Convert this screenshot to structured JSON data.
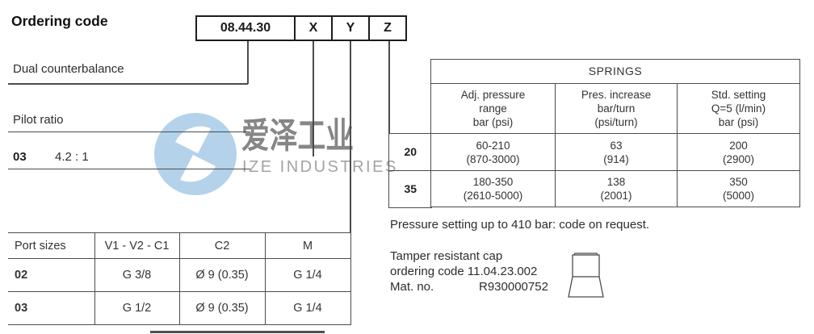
{
  "title": "Ordering code",
  "ordering_box": {
    "code": "08.44.30",
    "x": "X",
    "y": "Y",
    "z": "Z"
  },
  "labels": {
    "dual_counterbalance": "Dual counterbalance",
    "pilot_ratio": "Pilot ratio",
    "pilot_code": "03",
    "pilot_value": "4.2 : 1"
  },
  "springs_table": {
    "title": "SPRINGS",
    "col_headers": [
      [
        "Adj. pressure",
        "range",
        "bar (psi)"
      ],
      [
        "Pres. increase",
        "bar/turn",
        "(psi/turn)"
      ],
      [
        "Std. setting",
        "Q=5 (l/min)",
        "bar (psi)"
      ]
    ],
    "rows": [
      {
        "code": "20",
        "cells": [
          [
            "60-210",
            "(870-3000)"
          ],
          [
            "63",
            "(914)"
          ],
          [
            "200",
            "(2900)"
          ]
        ]
      },
      {
        "code": "35",
        "cells": [
          [
            "180-350",
            "(2610-5000)"
          ],
          [
            "138",
            "(2001)"
          ],
          [
            "350",
            "(5000)"
          ]
        ]
      }
    ]
  },
  "port_table": {
    "headers": [
      "Port sizes",
      "V1 - V2 - C1",
      "C2",
      "M"
    ],
    "rows": [
      {
        "code": "02",
        "cells": [
          "G 3/8",
          "Ø 9 (0.35)",
          "G 1/4"
        ]
      },
      {
        "code": "03",
        "cells": [
          "G 1/2",
          "Ø 9 (0.35)",
          "G 1/4"
        ]
      }
    ]
  },
  "notes": {
    "pressure_setting": "Pressure setting up to 410 bar: code on request.",
    "tamper_line1": "Tamper resistant cap",
    "tamper_line2": "ordering code 11.04.23.002",
    "mat_no_label": "Mat. no.",
    "mat_no_value": "R930000752"
  },
  "watermark": {
    "cn_text": "爱泽工业",
    "en_text": "IZE INDUSTRIES",
    "logo": "pinwheel-logo",
    "circle_color": "#b4d2ea"
  }
}
